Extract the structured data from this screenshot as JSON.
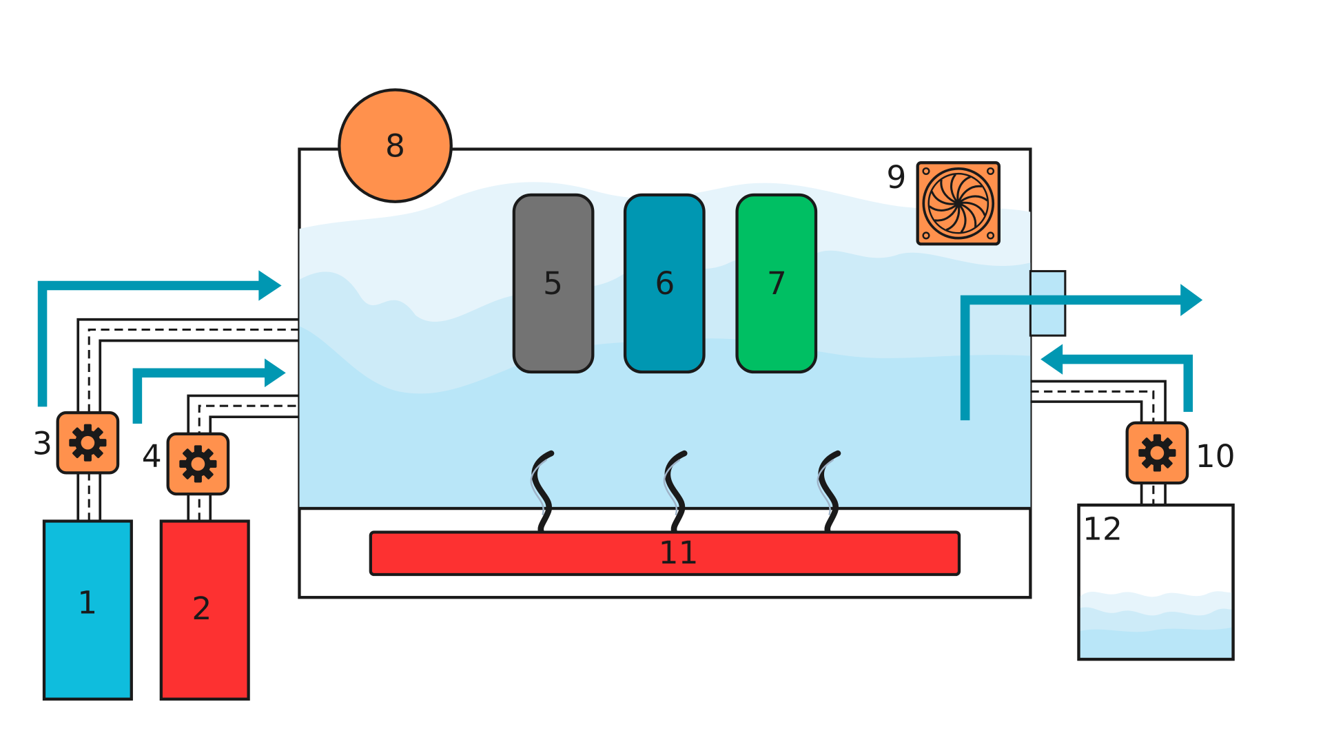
{
  "labels": {
    "tank_1": "1",
    "tank_2": "2",
    "pump_3": "3",
    "pump_4": "4",
    "cartridge_5": "5",
    "cartridge_6": "6",
    "cartridge_7": "7",
    "circle_8": "8",
    "fan_9": "9",
    "pump_10": "10",
    "heater_11": "11",
    "reservoir_12": "12"
  },
  "colors": {
    "tank_1": "#0fbddd",
    "tank_2": "#fd3131",
    "cartridge_5": "#737373",
    "cartridge_6": "#0097b2",
    "cartridge_7": "#00bf63",
    "orange": "#ff914d",
    "heater": "#fd3131",
    "flow_arrow": "#0097b2",
    "liquid_light": "#e6f4fb",
    "liquid_mid": "#cdebf8",
    "liquid_base": "#b9e6f8",
    "outline": "#1a1a1a"
  },
  "icons": {
    "pumps": "gear-icon",
    "fan": "fan-icon",
    "steam": "steam-icon"
  }
}
